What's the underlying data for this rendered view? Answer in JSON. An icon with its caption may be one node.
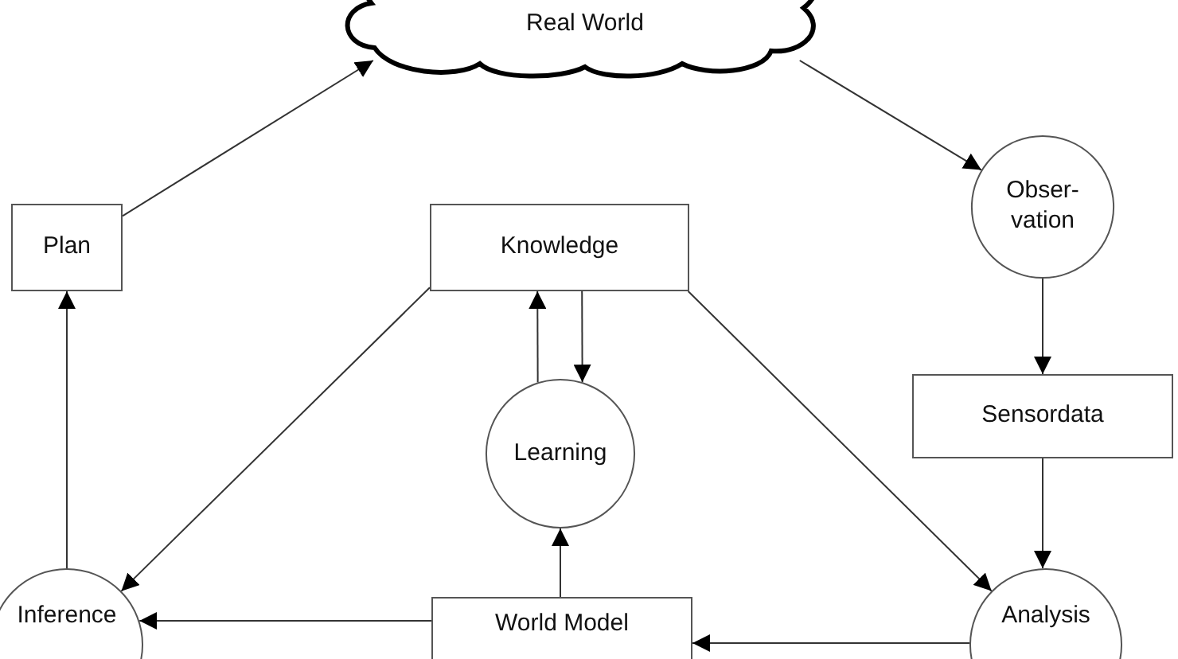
{
  "diagram": {
    "nodes": [
      {
        "text": [
          "Real World"
        ]
      },
      {
        "text": [
          "Plan"
        ]
      },
      {
        "text": [
          "Knowledge"
        ]
      },
      {
        "text": [
          "Obser- vation"
        ]
      },
      {
        "text": [
          "Sensordata"
        ]
      },
      {
        "text": [
          "Learning"
        ]
      },
      {
        "text": [
          "Inference"
        ]
      },
      {
        "text": [
          "World Model"
        ]
      },
      {
        "text": [
          "Analysis"
        ]
      }
    ],
    "edges": [
      {
        "from": 1,
        "to": 0,
        "arrow": "to"
      },
      {
        "from": 0,
        "to": 3,
        "arrow": "to"
      },
      {
        "from": 3,
        "to": 4,
        "arrow": "to"
      },
      {
        "from": 4,
        "to": 8,
        "arrow": "to"
      },
      {
        "from": 2,
        "to": 6,
        "arrow": "to"
      },
      {
        "from": 2,
        "to": 8,
        "arrow": "to"
      },
      {
        "from": 5,
        "to": 2,
        "arrow": "to"
      },
      {
        "from": 2,
        "to": 5,
        "arrow": "to"
      },
      {
        "from": 7,
        "to": 5,
        "arrow": "to"
      },
      {
        "from": 7,
        "to": 6,
        "arrow": "to"
      },
      {
        "from": 8,
        "to": 7,
        "arrow": "to"
      },
      {
        "from": 6,
        "to": 1,
        "arrow": "to"
      }
    ]
  }
}
